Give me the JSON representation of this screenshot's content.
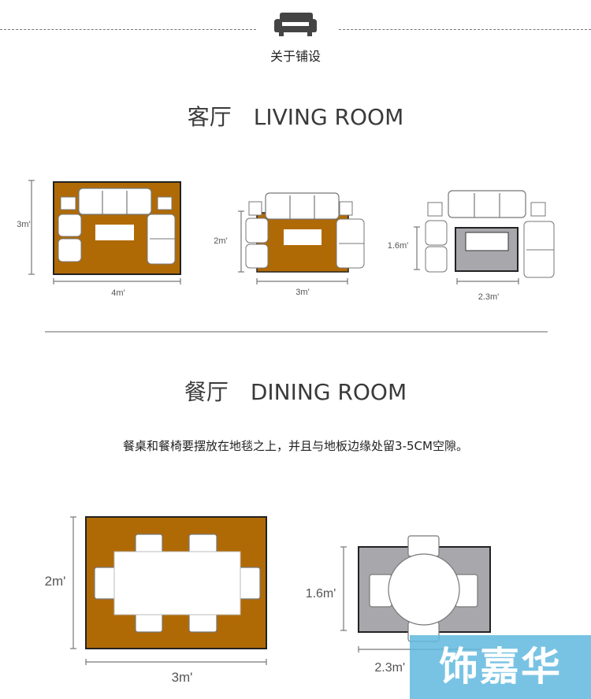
{
  "header": {
    "icon": "sofa-icon",
    "subtitle": "关于铺设"
  },
  "living_room": {
    "title": "客厅　LIVING ROOM",
    "layouts": [
      {
        "height": "3m'",
        "width": "4m'",
        "rug_color": "#b06a05"
      },
      {
        "height": "2m'",
        "width": "3m'",
        "rug_color": "#b06a05"
      },
      {
        "height": "1.6m'",
        "width": "2.3m'",
        "rug_color": "#a8a7ac"
      }
    ]
  },
  "dining_room": {
    "title": "餐厅　DINING ROOM",
    "note": "餐桌和餐椅要摆放在地毯之上，并且与地板边缘处留3-5CM空隙。",
    "layouts": [
      {
        "height": "2m'",
        "width": "3m'",
        "rug_color": "#b06a05"
      },
      {
        "height": "1.6m'",
        "width": "2.3m'",
        "rug_color": "#a8a7ac"
      }
    ]
  },
  "watermark": "饰嘉华"
}
